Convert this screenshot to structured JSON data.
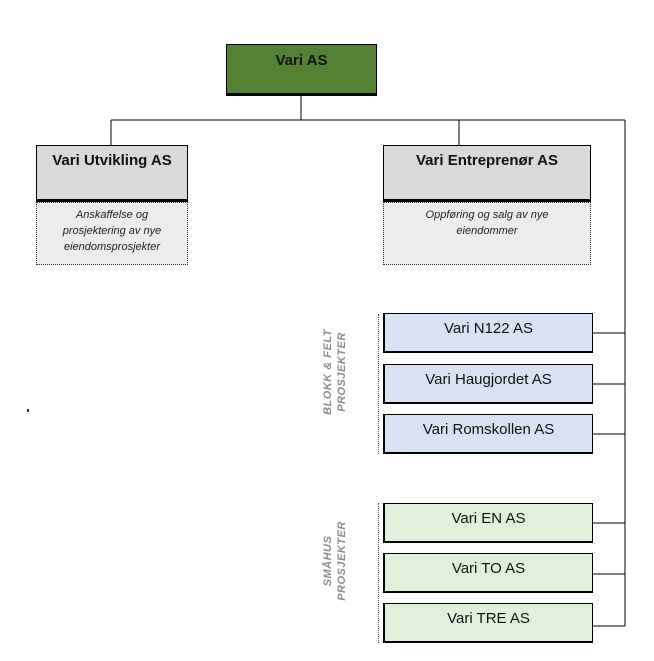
{
  "root": {
    "label": "Vari AS"
  },
  "divisions": [
    {
      "label": "Vari Utvikling AS",
      "description": [
        "Anskaffelse og",
        "prosjektering av nye",
        "eiendomsprosjekter"
      ]
    },
    {
      "label": "Vari Entreprenør AS",
      "description": [
        "Oppføring og salg av nye",
        "eiendommer"
      ]
    }
  ],
  "groups": [
    {
      "label_lines": [
        "BLOKK & FELT",
        "PROSJEKTER"
      ],
      "projects": [
        "Vari N122 AS",
        "Vari Haugjordet AS",
        "Vari Romskollen AS"
      ]
    },
    {
      "label_lines": [
        "SMÅHUS",
        "PROSJEKTER"
      ],
      "projects": [
        "Vari EN AS",
        "Vari TO AS",
        "Vari TRE AS"
      ]
    }
  ],
  "colors": {
    "root_fill": "#548235",
    "division_fill": "#d9d9d9",
    "blokk_fill": "#d9e1f2",
    "smahus_fill": "#e2efda",
    "group_label": "#8c8c8c"
  }
}
